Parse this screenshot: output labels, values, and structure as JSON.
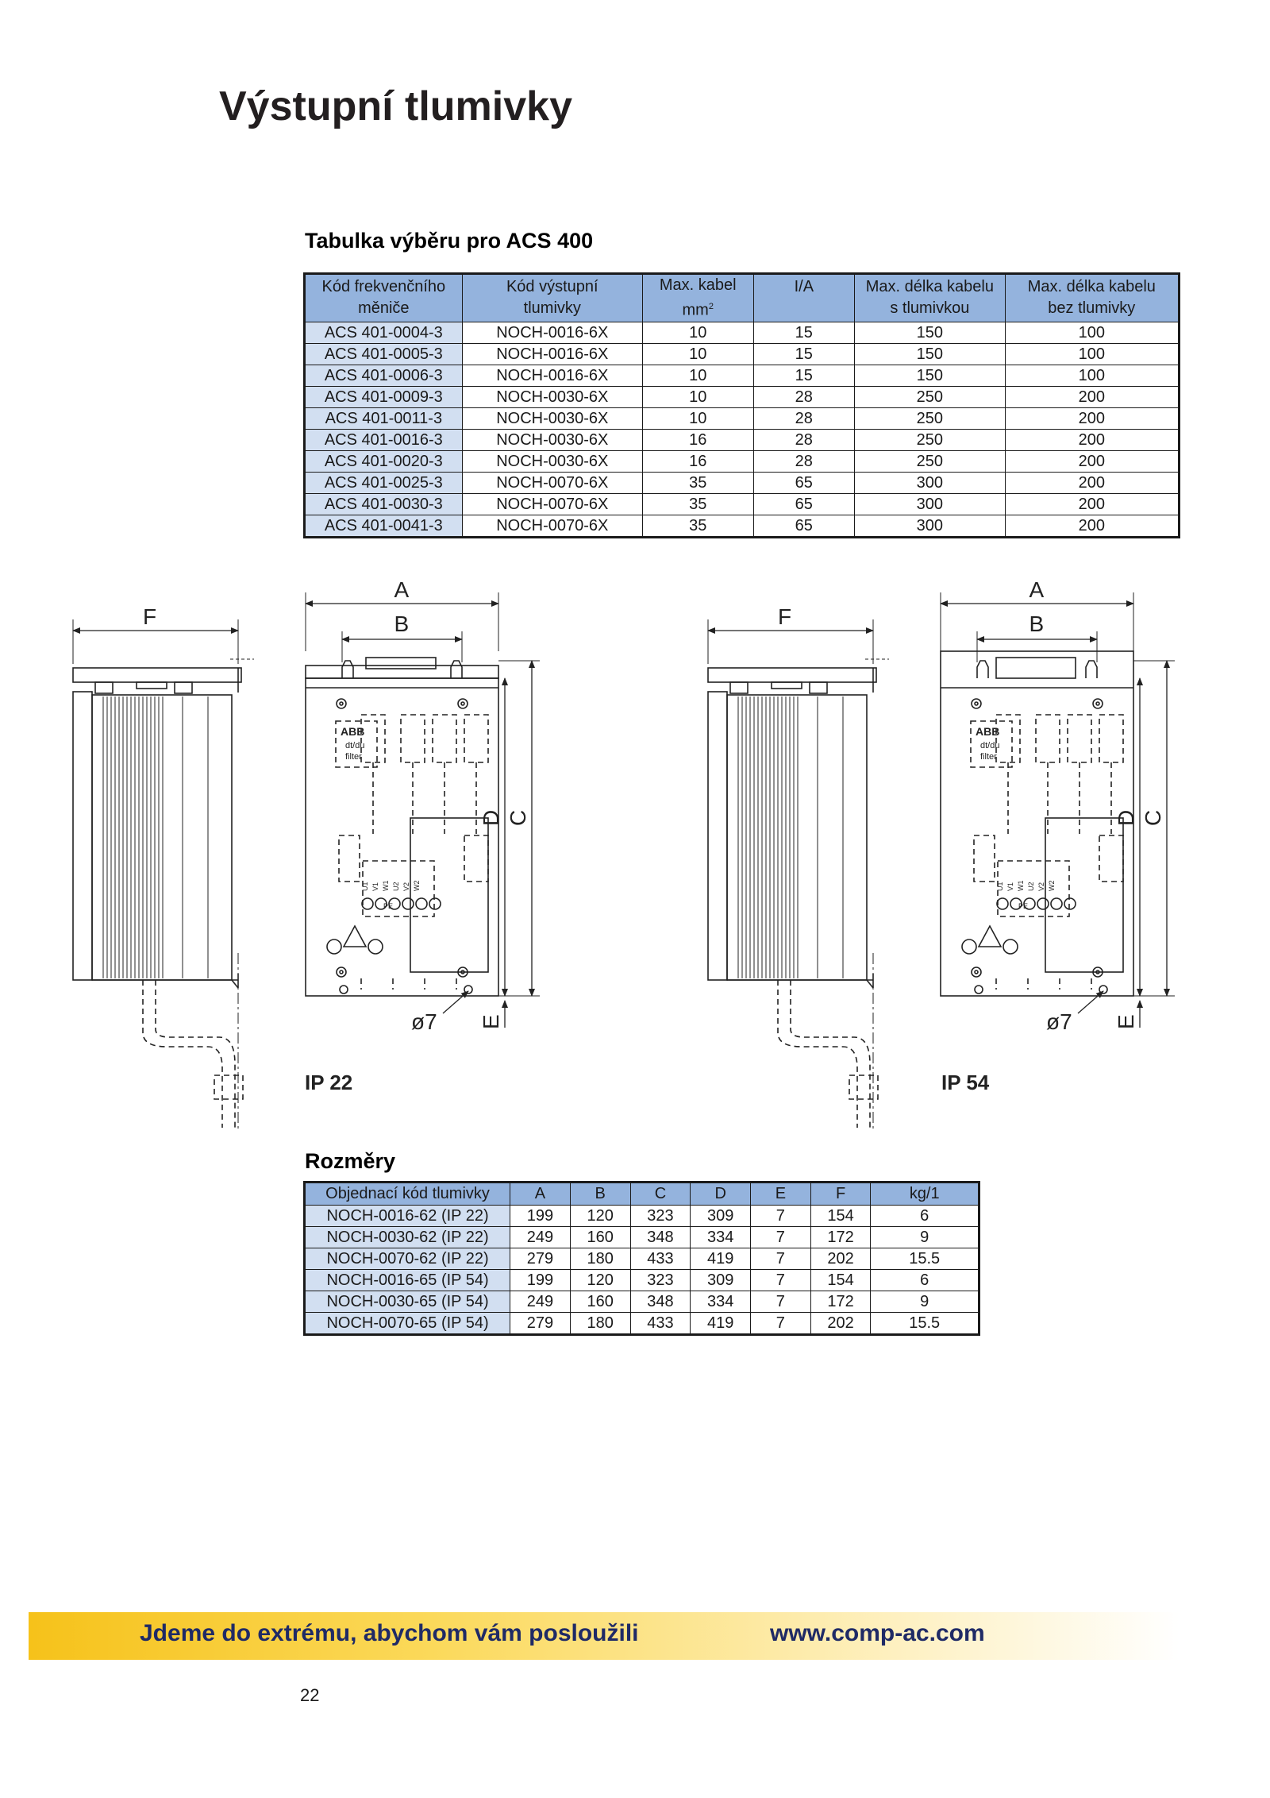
{
  "page": {
    "title": "Výstupní tlumivky",
    "page_number": "22"
  },
  "selection_table": {
    "title": "Tabulka výběru pro ACS 400",
    "headers": [
      [
        "Kód frekvenčního",
        "měniče"
      ],
      [
        "Kód výstupní",
        "tlumivky"
      ],
      [
        "Max. kabel",
        "mm",
        "2"
      ],
      [
        "I/A",
        ""
      ],
      [
        "Max. délka kabelu",
        "s tlumivkou"
      ],
      [
        "Max. délka kabelu",
        "bez tlumivky"
      ]
    ],
    "rows": [
      [
        "ACS 401-0004-3",
        "NOCH-0016-6X",
        "10",
        "15",
        "150",
        "100"
      ],
      [
        "ACS 401-0005-3",
        "NOCH-0016-6X",
        "10",
        "15",
        "150",
        "100"
      ],
      [
        "ACS 401-0006-3",
        "NOCH-0016-6X",
        "10",
        "15",
        "150",
        "100"
      ],
      [
        "ACS 401-0009-3",
        "NOCH-0030-6X",
        "10",
        "28",
        "250",
        "200"
      ],
      [
        "ACS 401-0011-3",
        "NOCH-0030-6X",
        "10",
        "28",
        "250",
        "200"
      ],
      [
        "ACS 401-0016-3",
        "NOCH-0030-6X",
        "16",
        "28",
        "250",
        "200"
      ],
      [
        "ACS 401-0020-3",
        "NOCH-0030-6X",
        "16",
        "28",
        "250",
        "200"
      ],
      [
        "ACS 401-0025-3",
        "NOCH-0070-6X",
        "35",
        "65",
        "300",
        "200"
      ],
      [
        "ACS 401-0030-3",
        "NOCH-0070-6X",
        "35",
        "65",
        "300",
        "200"
      ],
      [
        "ACS 401-0041-3",
        "NOCH-0070-6X",
        "35",
        "65",
        "300",
        "200"
      ]
    ]
  },
  "drawings": {
    "dim_labels": {
      "a": "A",
      "b": "B",
      "c": "C",
      "d": "D",
      "e": "E",
      "f": "F",
      "hole": "ø7"
    },
    "badge": {
      "brand": "ABB",
      "line1": "dt/du",
      "line2": "filter"
    },
    "terminals": {
      "pe": "PE",
      "labels": [
        "U1",
        "V1",
        "W1",
        "U2",
        "V2",
        "W2"
      ]
    },
    "ip22_label": "IP 22",
    "ip54_label": "IP 54"
  },
  "dimensions_table": {
    "title": "Rozměry",
    "headers": [
      "Objednací kód tlumivky",
      "A",
      "B",
      "C",
      "D",
      "E",
      "F",
      "kg/1"
    ],
    "rows": [
      [
        "NOCH-0016-62 (IP 22)",
        "199",
        "120",
        "323",
        "309",
        "7",
        "154",
        "6"
      ],
      [
        "NOCH-0030-62 (IP 22)",
        "249",
        "160",
        "348",
        "334",
        "7",
        "172",
        "9"
      ],
      [
        "NOCH-0070-62 (IP 22)",
        "279",
        "180",
        "433",
        "419",
        "7",
        "202",
        "15.5"
      ],
      [
        "NOCH-0016-65 (IP 54)",
        "199",
        "120",
        "323",
        "309",
        "7",
        "154",
        "6"
      ],
      [
        "NOCH-0030-65 (IP 54)",
        "249",
        "160",
        "348",
        "334",
        "7",
        "172",
        "9"
      ],
      [
        "NOCH-0070-65 (IP 54)",
        "279",
        "180",
        "433",
        "419",
        "7",
        "202",
        "15.5"
      ]
    ]
  },
  "footer": {
    "slogan": "Jdeme do extrému, abychom vám posloužili",
    "url": "www.comp-ac.com"
  }
}
